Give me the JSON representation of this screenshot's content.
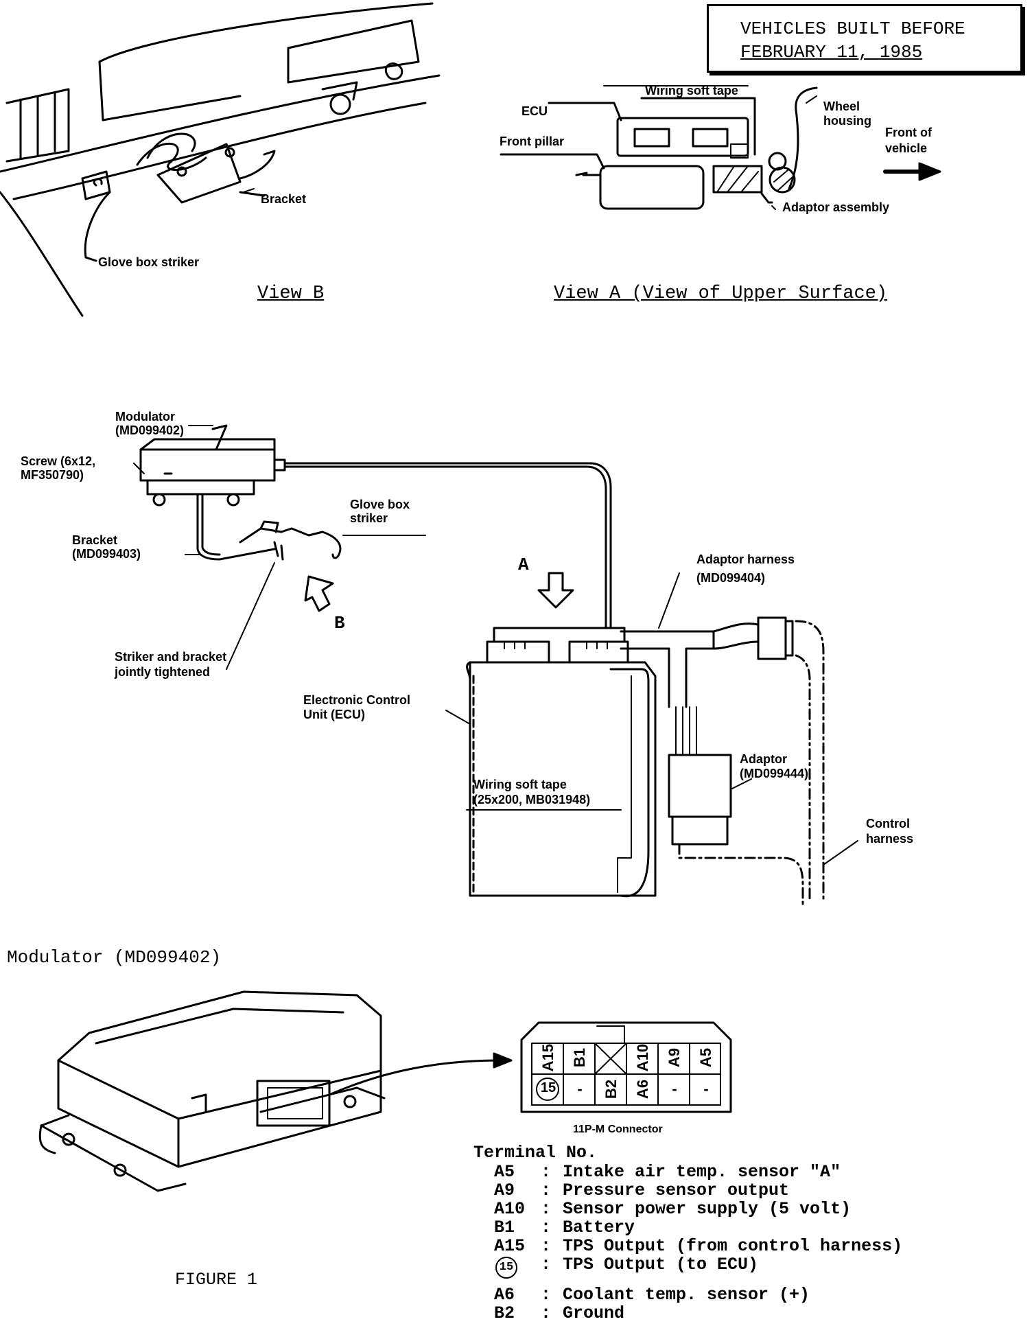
{
  "notice": {
    "line1": "VEHICLES BUILT BEFORE",
    "line2": "FEBRUARY 11, 1985"
  },
  "view_b": {
    "caption": "View B",
    "bracket": "Bracket",
    "glove_box_striker": "Glove box striker"
  },
  "view_a": {
    "caption": "View A (View of Upper Surface)",
    "ecu": "ECU",
    "wiring_soft_tape": "Wiring soft tape",
    "front_pillar": "Front pillar",
    "wheel_housing_1": "Wheel",
    "wheel_housing_2": "housing",
    "front_of_vehicle_1": "Front of",
    "front_of_vehicle_2": "vehicle",
    "adaptor_assembly": "Adaptor assembly"
  },
  "assembly": {
    "modulator_1": "Modulator",
    "modulator_2": "(MD099402)",
    "screw_1": "Screw (6x12,",
    "screw_2": "MF350790)",
    "bracket_1": "Bracket",
    "bracket_2": "(MD099403)",
    "glove_box_striker_1": "Glove box",
    "glove_box_striker_2": "striker",
    "arrow_a": "A",
    "arrow_b": "B",
    "striker_note_1": "Striker and bracket",
    "striker_note_2": "jointly tightened",
    "adaptor_harness_1": "Adaptor harness",
    "adaptor_harness_2": "(MD099404)",
    "ecu_1": "Electronic Control",
    "ecu_2": "Unit (ECU)",
    "tape_1": "Wiring soft tape",
    "tape_2": "(25x200, MB031948)",
    "adaptor_1": "Adaptor",
    "adaptor_2": "(MD099444)",
    "control_harness_1": "Control",
    "control_harness_2": "harness"
  },
  "modulator_section": {
    "title": "Modulator (MD099402)",
    "figure": "FIGURE 1",
    "connector_name": "11P-M Connector",
    "connector_top": [
      "A15",
      "B1",
      "",
      "A10",
      "A9",
      "A5"
    ],
    "connector_bottom": [
      "15",
      "-",
      "B2",
      "A6",
      "-",
      "-"
    ]
  },
  "terminals": {
    "heading": "Terminal No.",
    "rows": [
      {
        "id": "A5",
        "desc": "Intake air temp. sensor \"A\""
      },
      {
        "id": "A9",
        "desc": "Pressure sensor output"
      },
      {
        "id": "A10",
        "desc": "Sensor power supply (5 volt)"
      },
      {
        "id": "B1",
        "desc": "Battery"
      },
      {
        "id": "A15",
        "desc": "TPS Output (from control harness)"
      },
      {
        "id": "15",
        "desc": "TPS Output (to ECU)"
      },
      {
        "id": "A6",
        "desc": "Coolant temp. sensor (+)"
      },
      {
        "id": "B2",
        "desc": "Ground"
      }
    ]
  }
}
